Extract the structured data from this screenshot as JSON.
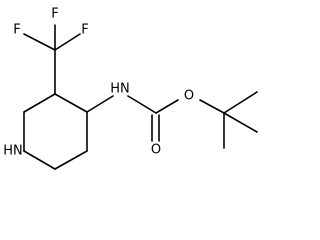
{
  "molecule": {
    "atoms": {
      "fluorine_left": "F",
      "fluorine_top": "F",
      "fluorine_right": "F",
      "amine_nitrogen": "HN",
      "carbonyl_oxygen": "O",
      "ester_oxygen": "O",
      "ring_nitrogen": "HN"
    }
  }
}
